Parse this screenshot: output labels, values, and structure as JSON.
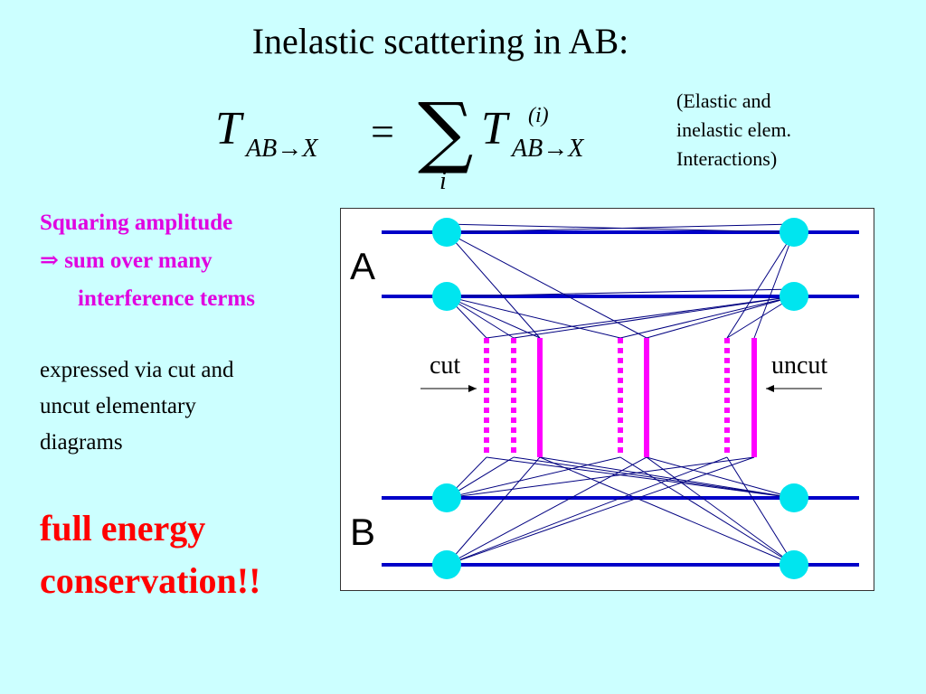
{
  "title": "Inelastic scattering in AB:",
  "formula": {
    "T": "T",
    "subscript": "AB→X",
    "equals": "=",
    "sum": "∑",
    "sum_index": "i",
    "superscript": "(i)"
  },
  "note": {
    "line1": "(Elastic and",
    "line2": "inelastic elem.",
    "line3": "Interactions)"
  },
  "squaring": {
    "line1": "Squaring amplitude",
    "arrow": "⇒",
    "line2": "sum over many",
    "line3": "interference terms"
  },
  "expressed": {
    "line1": "expressed via cut and",
    "line2": "uncut elementary",
    "line3": "diagrams"
  },
  "energy": {
    "line1": "full energy",
    "line2": "conservation!!"
  },
  "diagram": {
    "label_a": "A",
    "label_b": "B",
    "label_cut": "cut",
    "label_uncut": "uncut",
    "colors": {
      "nucleon_line": "#0000c8",
      "vertex": "#00e5ef",
      "connection": "#000080",
      "pomeron": "#ff00ff"
    }
  }
}
